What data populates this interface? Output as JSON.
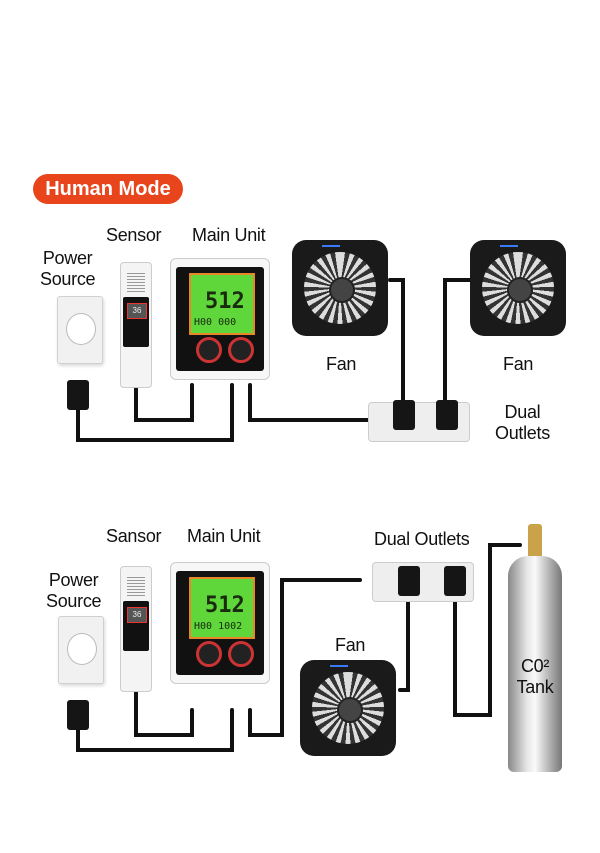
{
  "badge": "Human Mode",
  "top": {
    "power_source": "Power\nSource",
    "sensor": "Sensor",
    "main_unit": "Main Unit",
    "fan1": "Fan",
    "fan2": "Fan",
    "dual_outlets": "Dual\nOutlets",
    "display_value": "512",
    "display_bottom": "H00 000"
  },
  "bottom": {
    "power_source": "Power\nSource",
    "sensor": "Sansor",
    "main_unit": "Main Unit",
    "dual_outlets": "Dual Outlets",
    "fan": "Fan",
    "tank": "C0²\nTank",
    "display_value": "512",
    "display_bottom": "H00 1002"
  },
  "colors": {
    "badge": "#e8451c",
    "lcd": "#5fd63a",
    "knob_ring": "#cc3333"
  }
}
